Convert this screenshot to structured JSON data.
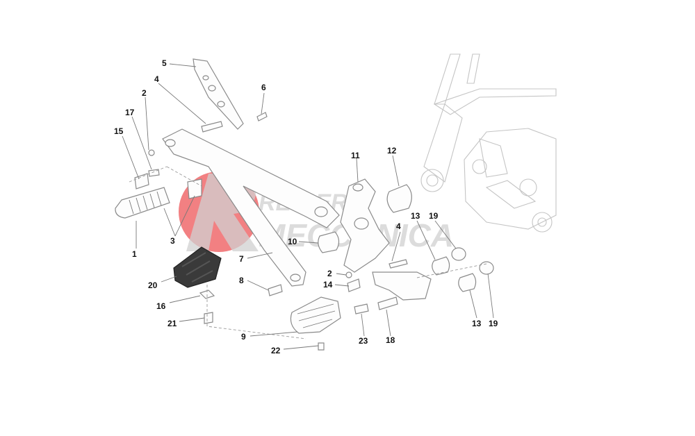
{
  "watermark": {
    "line1": "REIDER",
    "line2": "MECCANICA"
  },
  "callouts": [
    "1",
    "2",
    "2",
    "3",
    "4",
    "4",
    "5",
    "6",
    "7",
    "8",
    "9",
    "10",
    "11",
    "12",
    "13",
    "13",
    "14",
    "15",
    "16",
    "17",
    "19",
    "19",
    "20",
    "21",
    "22",
    "23",
    "18"
  ],
  "colors": {
    "watermark_red": "#e8171b",
    "watermark_gray": "#d6d6d6",
    "line": "#8a8a8a"
  }
}
